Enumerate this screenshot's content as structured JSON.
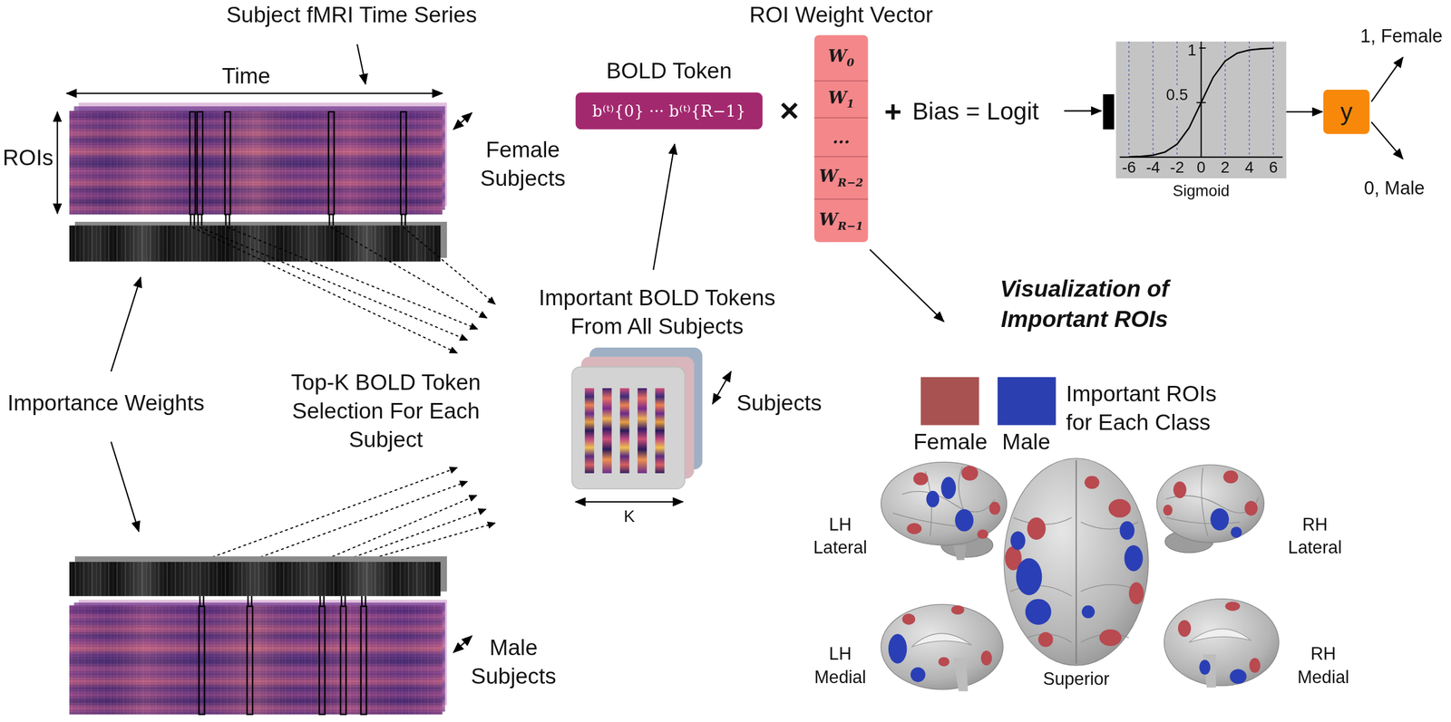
{
  "diagram": {
    "nodes": [
      {
        "text": [
          "BOLD Token",
          "b⁽ᵗ⁾{0} ··· b⁽ᵗ⁾{R−1}"
        ]
      },
      {
        "text": [
          "ROI Weight Vector"
        ]
      },
      {
        "text": [
          "W0"
        ],
        "in": 1
      },
      {
        "text": [
          "W1"
        ],
        "in": 1
      },
      {
        "text": [
          "..."
        ],
        "in": 1
      },
      {
        "text": [
          "WR−2"
        ],
        "in": 1
      },
      {
        "text": [
          "WR−1"
        ],
        "in": 1
      },
      {
        "text": [
          "1",
          "0.5",
          "-6",
          "-4",
          "-2",
          "0",
          "2",
          "4",
          "6",
          "Sigmoid"
        ]
      },
      {
        "text": [
          "y"
        ]
      }
    ],
    "edges": [
      {
        "from": 7,
        "to": 8,
        "arrow": "to"
      }
    ],
    "labels": [
      "Subject fMRI Time Series",
      "Time",
      "ROIs",
      "Female Subjects",
      "Importance Weights",
      "Top-K BOLD Token Selection For Each Subject",
      "Male Subjects",
      "Important BOLD Tokens From All Subjects",
      "Subjects",
      "K",
      "×",
      "+",
      "Bias = Logit",
      "1, Female",
      "0, Male",
      "Visualization of Important ROIs",
      "Important ROIs for Each Class",
      "LH Lateral",
      "RH Lateral",
      "LH Medial",
      "Superior",
      "RH Medial"
    ],
    "legend": [
      {
        "text": "Female",
        "color": "#a85252"
      },
      {
        "text": "Male",
        "color": "#2b3fb0"
      }
    ]
  }
}
